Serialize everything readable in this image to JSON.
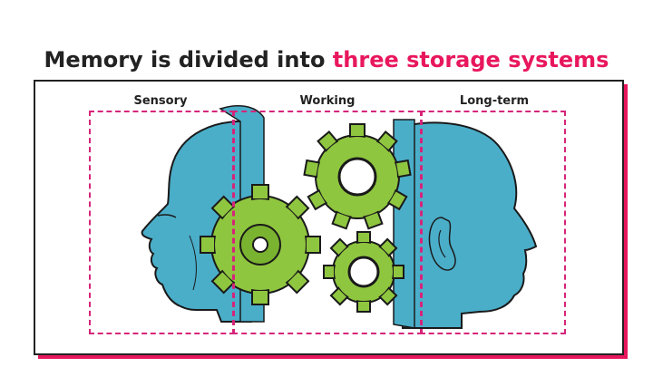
{
  "title": {
    "lead": "Memory is divided into ",
    "highlight": "three storage systems"
  },
  "sections": [
    {
      "label": "Sensory"
    },
    {
      "label": "Working"
    },
    {
      "label": "Long-term"
    }
  ],
  "colors": {
    "accent": "#e8175d",
    "head_fill": "#4aaec9",
    "gear_fill": "#8fc63f",
    "dash": "#d6247a",
    "outline": "#222222"
  },
  "icons": [
    "head-profile-left-icon",
    "gears-icon",
    "head-profile-right-icon"
  ]
}
